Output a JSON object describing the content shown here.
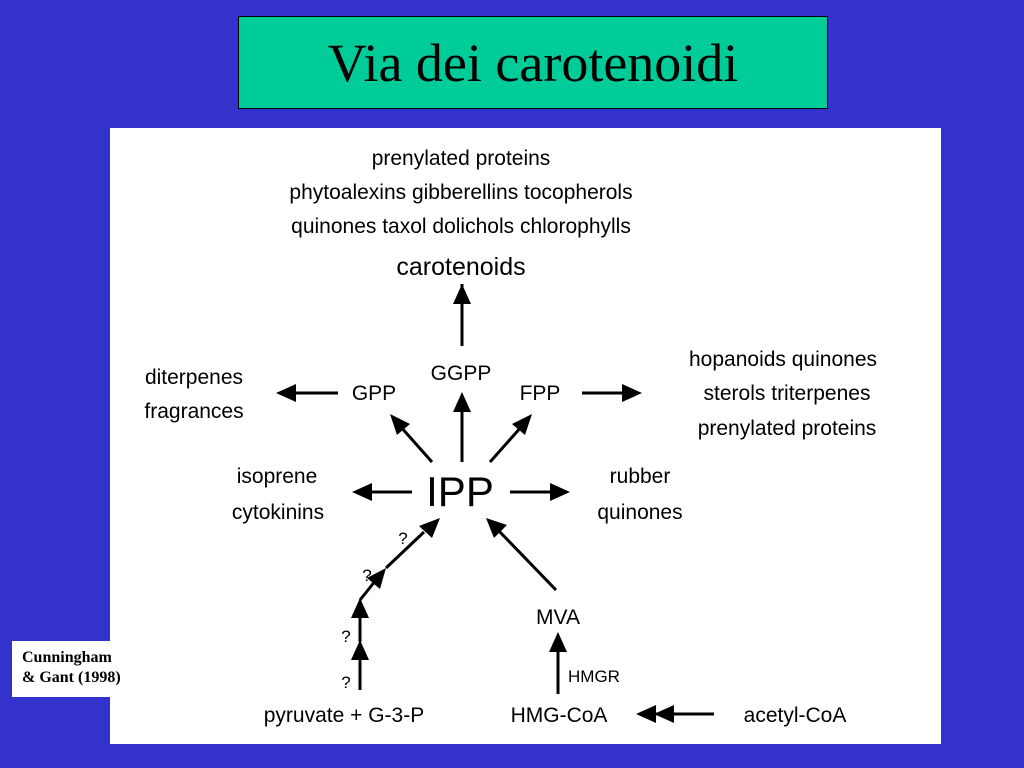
{
  "title": "Via dei carotenoidi",
  "citation": {
    "line1": "Cunningham",
    "line2": "& Gant (1998)"
  },
  "diagram": {
    "top_products": {
      "line1": "prenylated  proteins",
      "line2": "phytoalexins   gibberellins   tocopherols",
      "line3": "quinones   taxol   dolichols   chlorophylls",
      "line4": "carotenoids"
    },
    "ggpp": "GGPP",
    "gpp": "GPP",
    "fpp": "FPP",
    "gpp_products": {
      "line1": "diterpenes",
      "line2": "fragrances"
    },
    "fpp_products": {
      "line1": "hopanoids   quinones",
      "line2": "sterols   triterpenes",
      "line3": "prenylated  proteins"
    },
    "ipp": "IPP",
    "left_products": {
      "line1": "isoprene",
      "line2": "cytokinins"
    },
    "right_products": {
      "line1": "rubber",
      "line2": "quinones"
    },
    "unknown_step": "?",
    "mva": "MVA",
    "hmgr": "HMGR",
    "pyruvate": "pyruvate + G-3-P",
    "hmg_coa": "HMG-CoA",
    "acetyl_coa": "acetyl-CoA"
  }
}
